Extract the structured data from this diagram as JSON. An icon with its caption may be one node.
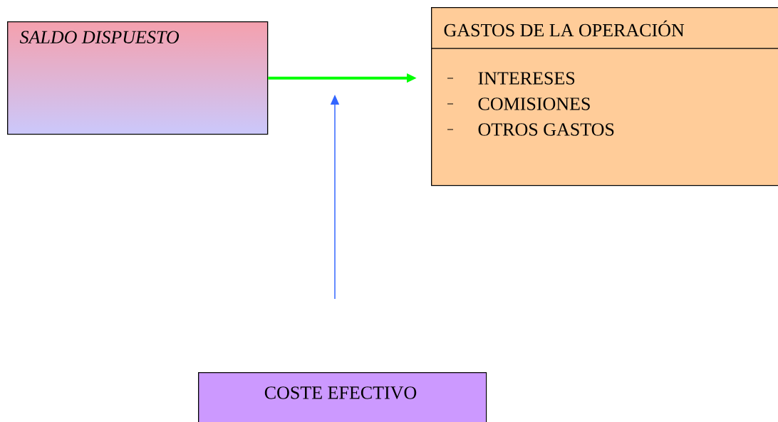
{
  "diagram": {
    "nodes": [
      {
        "text": [
          "SALDO DISPUESTO"
        ]
      },
      {
        "text": [
          "GASTOS DE LA OPERACIÓN",
          "INTERESES",
          "COMISIONES",
          "OTROS GASTOS"
        ]
      },
      {
        "text": [
          "COSTE EFECTIVO"
        ]
      }
    ],
    "edges": [
      {
        "from": 0,
        "to": 1,
        "arrow": "to",
        "color": "#00ff00"
      }
    ]
  }
}
